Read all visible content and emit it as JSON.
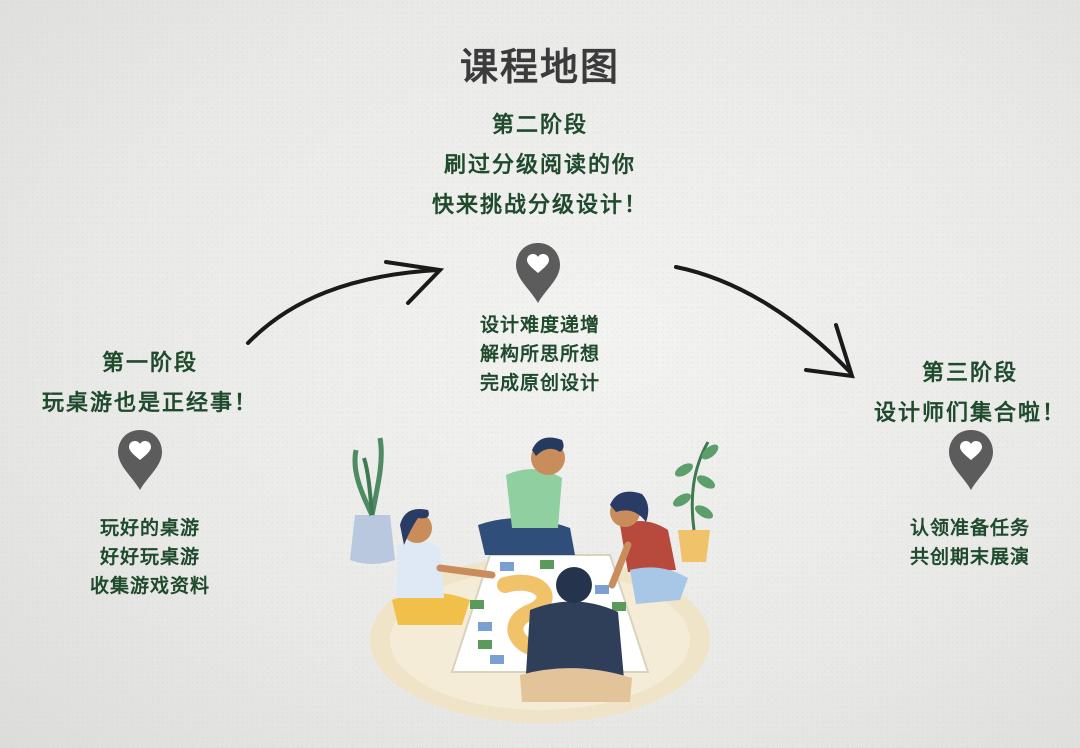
{
  "title": "课程地图",
  "stage2": {
    "lines": [
      "第二阶段",
      "刷过分级阅读的你",
      "快来挑战分级设计！"
    ],
    "items": [
      "设计难度递增",
      "解构所思所想",
      "完成原创设计"
    ]
  },
  "stage1": {
    "lines": [
      "第一阶段",
      "玩桌游也是正经事！"
    ],
    "items": [
      "玩好的桌游",
      "好好玩桌游",
      "收集游戏资料"
    ]
  },
  "stage3": {
    "lines": [
      "第三阶段",
      "设计师们集合啦！"
    ],
    "items": [
      "认领准备任务",
      "共创期末展演"
    ]
  },
  "colors": {
    "text": "#1f4a2c",
    "pin": "#5c5c5c",
    "title": "#3b3b3b"
  }
}
